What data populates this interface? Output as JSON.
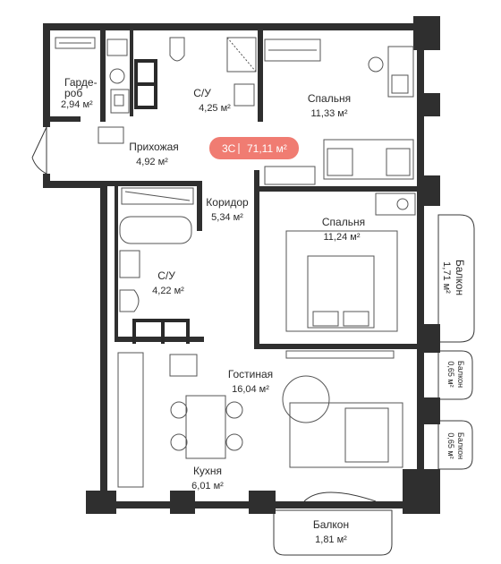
{
  "apartment": {
    "type": "3С",
    "total_area": "71,11 м²",
    "badge_color": "#f07c72"
  },
  "rooms": {
    "wardrobe": {
      "name_line1": "Гарде-",
      "name_line2": "роб",
      "area": "2,94 м²"
    },
    "bathroom_top": {
      "name": "С/У",
      "area": "4,25 м²"
    },
    "bedroom_top": {
      "name": "Спальня",
      "area": "11,33 м²"
    },
    "hall": {
      "name": "Прихожая",
      "area": "4,92 м²"
    },
    "corridor": {
      "name": "Коридор",
      "area": "5,34 м²"
    },
    "bedroom_mid": {
      "name": "Спальня",
      "area": "11,24 м²"
    },
    "bathroom_mid": {
      "name": "С/У",
      "area": "4,22 м²"
    },
    "living": {
      "name": "Гостиная",
      "area": "16,04 м²"
    },
    "kitchen": {
      "name": "Кухня",
      "area": "6,01 м²"
    },
    "balcony_right": {
      "name": "Балкон",
      "area": "1,71 м²"
    },
    "balcony_small_1": {
      "name": "Балкон",
      "area": "0,65 м²"
    },
    "balcony_small_2": {
      "name": "Балкон",
      "area": "0,65 м²"
    },
    "balcony_bottom": {
      "name": "Балкон",
      "area": "1,81 м²"
    }
  }
}
